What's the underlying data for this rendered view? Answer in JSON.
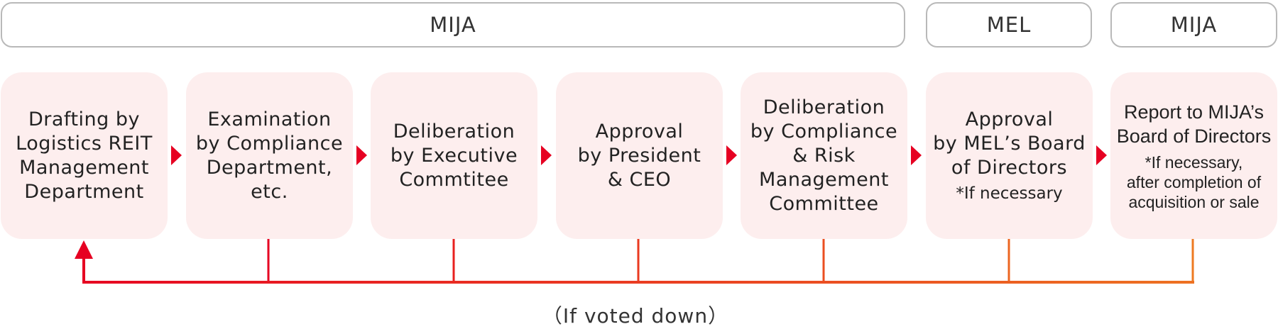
{
  "organizations": [
    {
      "label": "MIJA"
    },
    {
      "label": "MEL"
    },
    {
      "label": "MIJA"
    }
  ],
  "steps": [
    {
      "main": "Drafting by\nLogistics REIT\nManagement\nDepartment",
      "note": ""
    },
    {
      "main": "Examination\nby Compliance\nDepartment,\netc.",
      "note": ""
    },
    {
      "main": "Deliberation\nby Executive\nCommtitee",
      "note": ""
    },
    {
      "main": "Approval\nby President\n& CEO",
      "note": ""
    },
    {
      "main": "Deliberation\nby Compliance\n& Risk\nManagement\nCommittee",
      "note": ""
    },
    {
      "main": "Approval\nby MEL’s Board\nof Directors",
      "note": "*If necessary"
    },
    {
      "main": "Report to MIJA’s\nBoard of Directors",
      "note": "*If necessary,\nafter completion of\nacquisition or sale"
    }
  ],
  "feedback": {
    "caption": "（If voted down）"
  },
  "colors": {
    "step_fill": "#fdeeee",
    "arrow_red": "#e60022",
    "arrow_orange": "#ee7a22",
    "org_border": "#b9b9b9"
  }
}
